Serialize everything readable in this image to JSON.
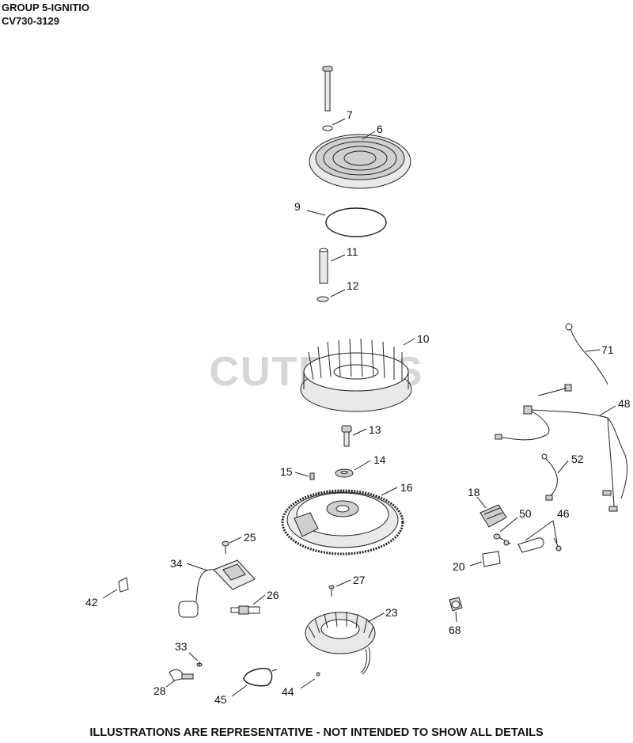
{
  "header": {
    "line1": "GROUP 5-IGNITIO",
    "line2": "CV730-3129"
  },
  "footer": "ILLUSTRATIONS ARE REPRESENTATIVE - NOT INTENDED TO SHOW ALL DETAILS",
  "watermark": "CUTBOUS",
  "callouts": {
    "c7": "7",
    "c6": "6",
    "c9": "9",
    "c11": "11",
    "c12": "12",
    "c10": "10",
    "c71": "71",
    "c48": "48",
    "c13": "13",
    "c14": "14",
    "c15": "15",
    "c16": "16",
    "c52": "52",
    "c18": "18",
    "c50": "50",
    "c46": "46",
    "c25": "25",
    "c34": "34",
    "c20": "20",
    "c42": "42",
    "c27": "27",
    "c26": "26",
    "c23": "23",
    "c68": "68",
    "c33": "33",
    "c28": "28",
    "c45": "45",
    "c44": "44"
  }
}
